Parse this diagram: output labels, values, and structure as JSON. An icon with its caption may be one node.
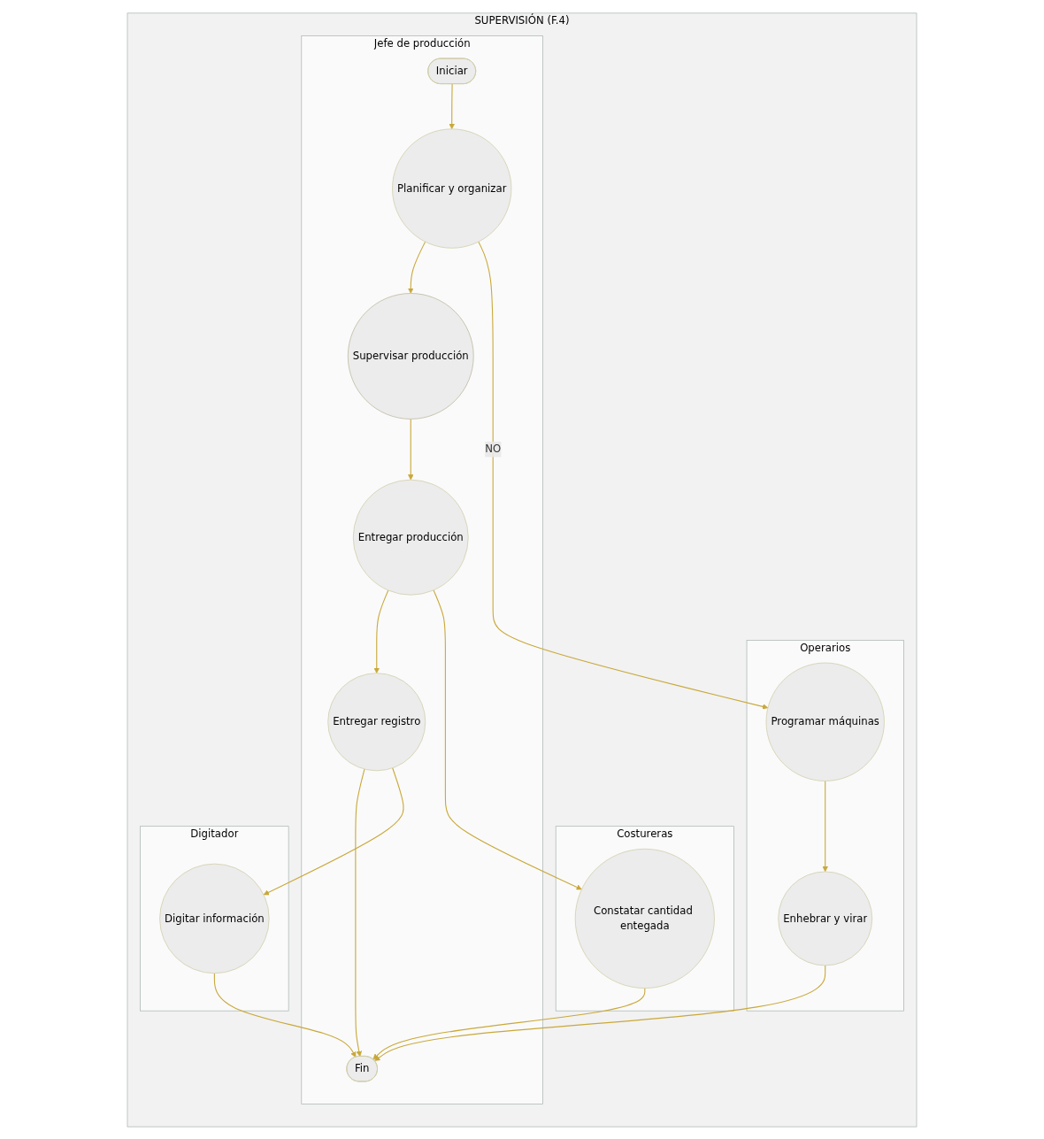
{
  "diagram": {
    "nodes": [
      {
        "text": [
          "SUPERVISIÓN (F.4)"
        ]
      },
      {
        "text": [
          "Jefe de producción"
        ],
        "in": 0
      },
      {
        "text": [
          "Operarios"
        ],
        "in": 0
      },
      {
        "text": [
          "Costureras"
        ],
        "in": 0
      },
      {
        "text": [
          "Digitador"
        ],
        "in": 0
      },
      {
        "text": [
          "Iniciar"
        ],
        "in": 1
      },
      {
        "text": [
          "Planificar y organizar"
        ],
        "in": 1
      },
      {
        "text": [
          "Supervisar producción"
        ],
        "in": 1
      },
      {
        "text": [
          "Entregar producción"
        ],
        "in": 1
      },
      {
        "text": [
          "Entregar registro"
        ],
        "in": 1
      },
      {
        "text": [
          "Fin"
        ],
        "in": 1
      },
      {
        "text": [
          "Programar máquinas"
        ],
        "in": 2
      },
      {
        "text": [
          "Enhebrar y virar"
        ],
        "in": 2
      },
      {
        "text": [
          "Constatar cantidad entegada"
        ],
        "in": 3
      },
      {
        "text": [
          "Digitar información"
        ],
        "in": 4
      }
    ],
    "edges": [
      {
        "from": 5,
        "to": 6,
        "arrow": "to"
      },
      {
        "from": 6,
        "to": 11,
        "arrow": "to",
        "label": "NO"
      },
      {
        "from": 6,
        "to": 7,
        "arrow": "to"
      },
      {
        "from": 11,
        "to": 12,
        "arrow": "to"
      },
      {
        "from": 7,
        "to": 8,
        "arrow": "to"
      },
      {
        "from": 8,
        "to": 13,
        "arrow": "to"
      },
      {
        "from": 8,
        "to": 9,
        "arrow": "to"
      },
      {
        "from": 9,
        "to": 14,
        "arrow": "to"
      },
      {
        "from": 9,
        "to": 10,
        "arrow": "to"
      },
      {
        "from": 12,
        "to": 10,
        "arrow": "to"
      },
      {
        "from": 13,
        "to": 10,
        "arrow": "to"
      },
      {
        "from": 14,
        "to": 10,
        "arrow": "to"
      }
    ]
  }
}
